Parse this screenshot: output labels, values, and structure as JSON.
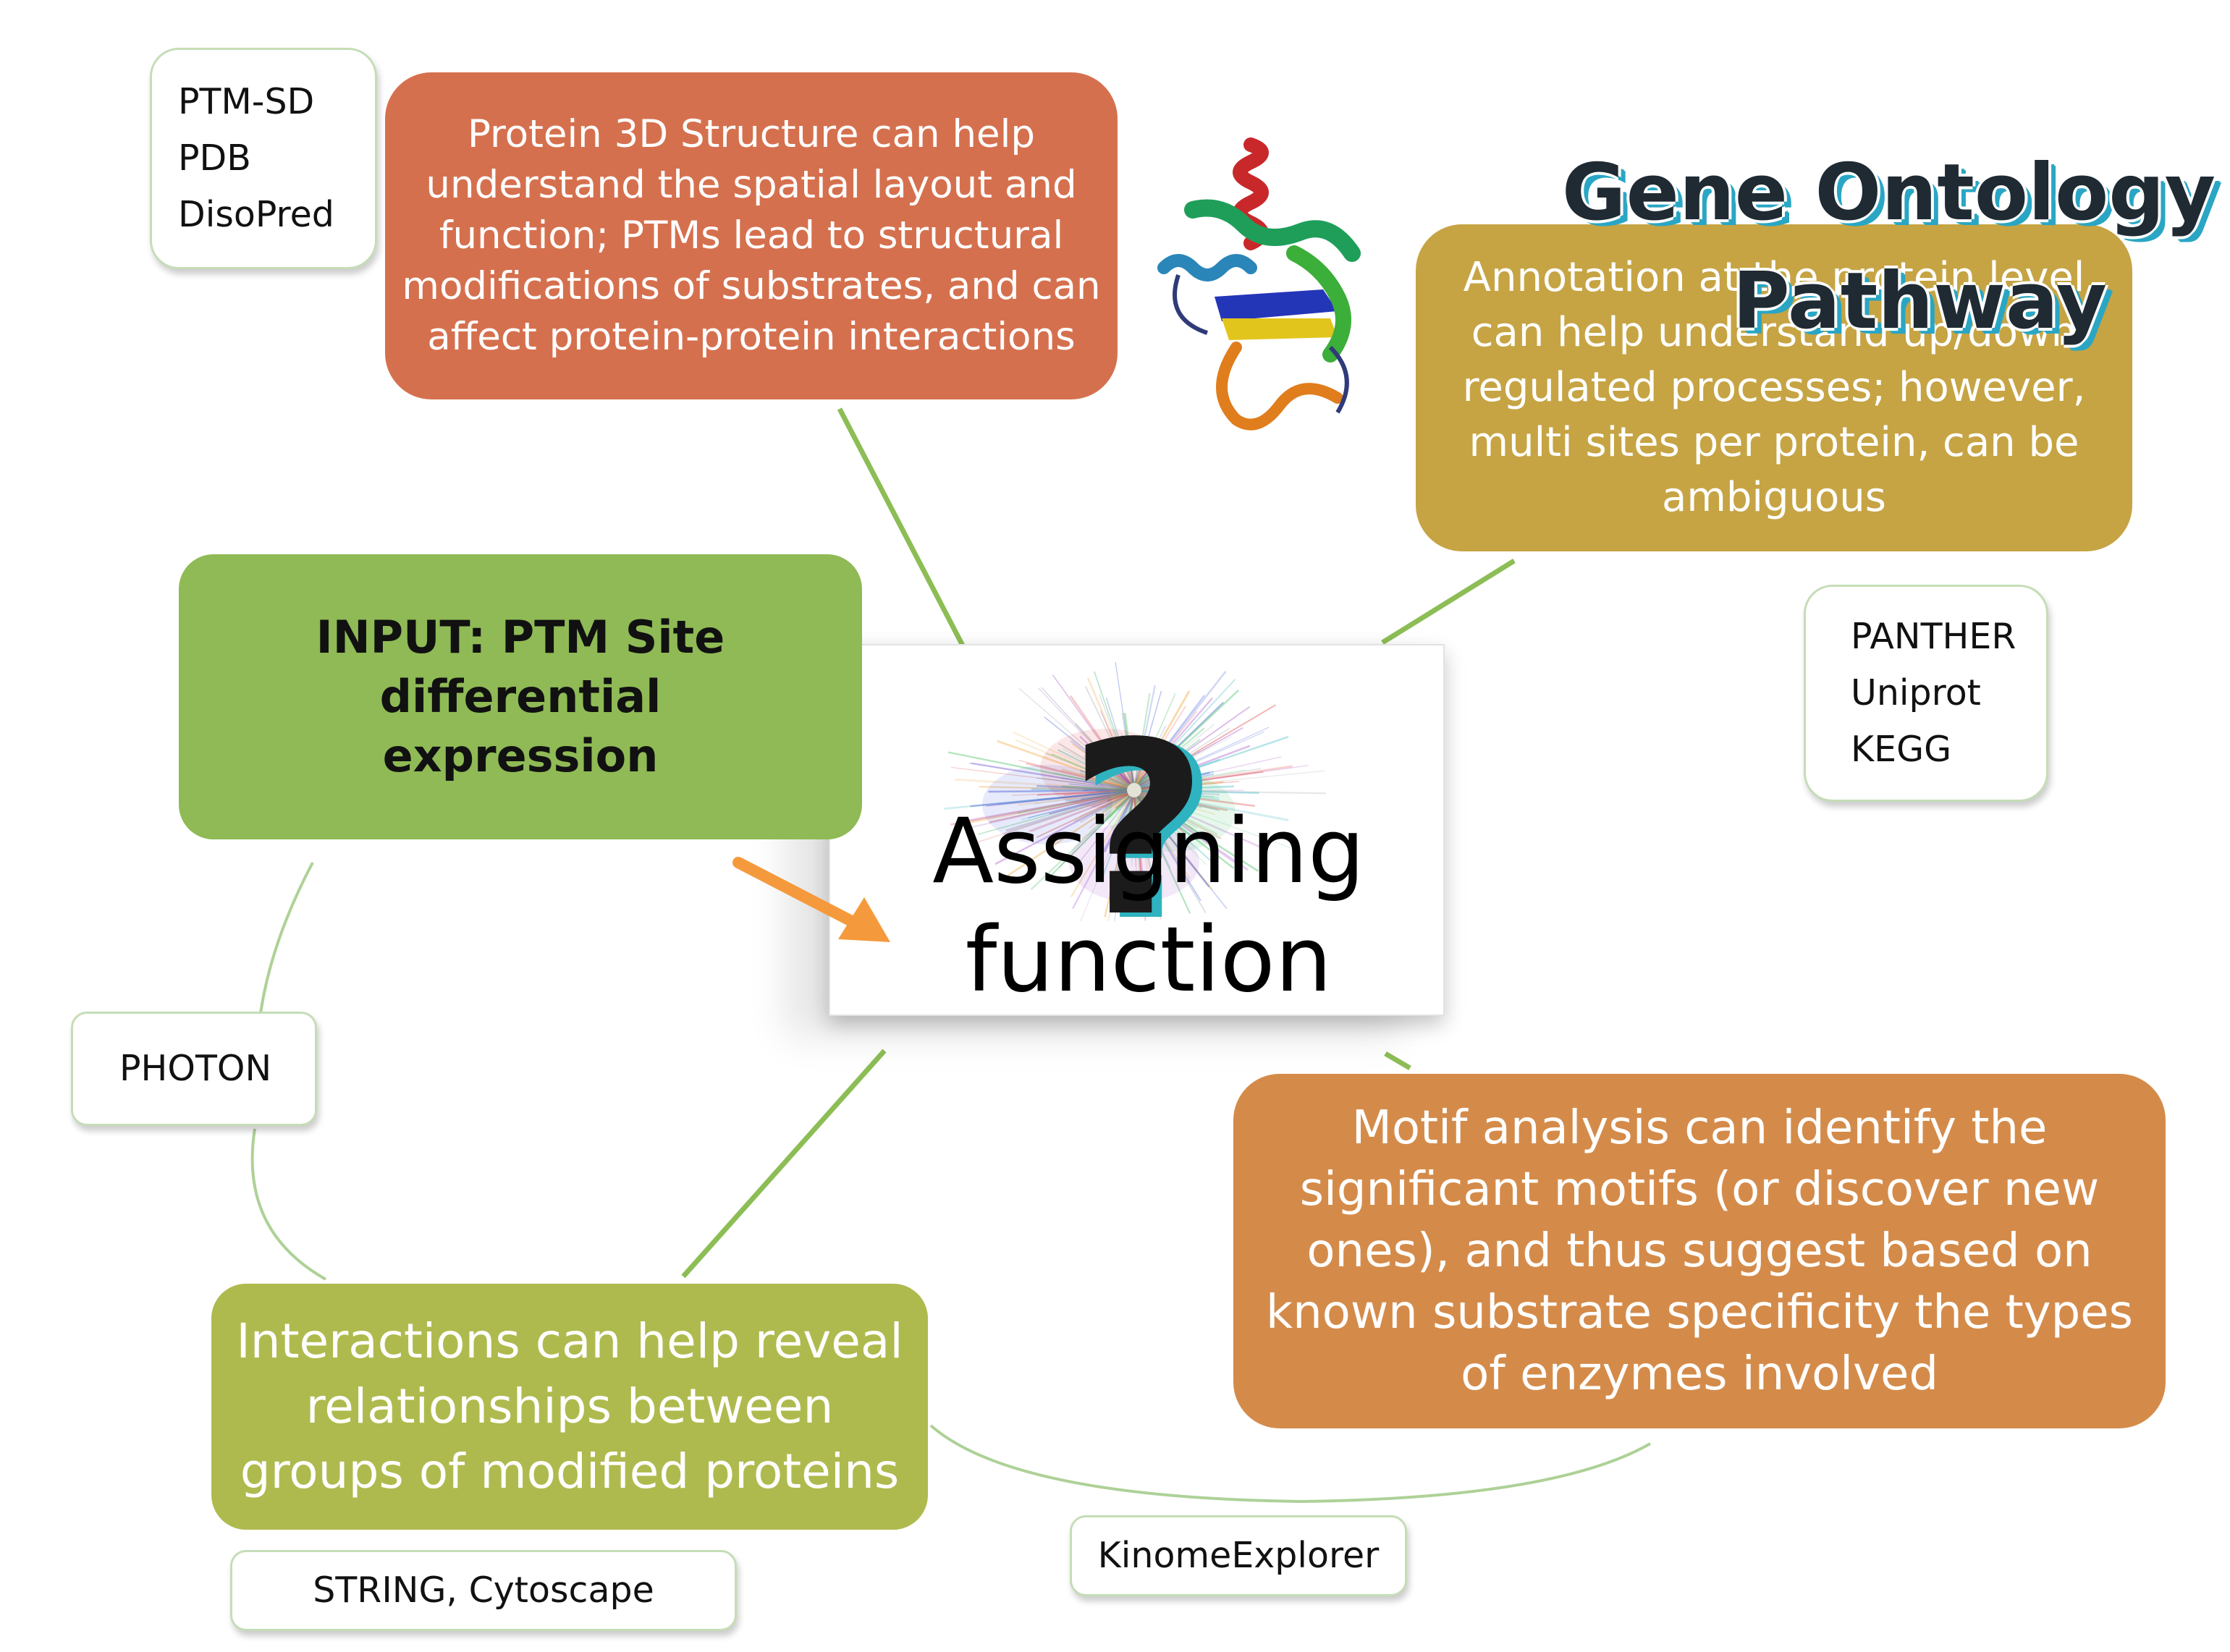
{
  "title": {
    "line1": "Gene Ontology",
    "line2": "Pathway"
  },
  "center": {
    "label": "Assigning\nfunction",
    "icon": "question-mark-icon"
  },
  "nodes": {
    "structure": "Protein 3D Structure can help\nunderstand the spatial layout and\nfunction; PTMs lead to structural\nmodifications of substrates, and can\naffect protein-protein interactions",
    "annotation": "Annotation at the protein level\ncan help understand up/down\nregulated processes; however,\nmulti sites per protein, can be\nambiguous",
    "input": "INPUT: PTM Site differential\nexpression",
    "motif": "Motif analysis can identify the\nsignificant motifs (or discover new\nones), and thus suggest based on\nknown substrate specificity the types\nof enzymes involved",
    "interactions": "Interactions can help reveal\nrelationships between\ngroups of modified proteins"
  },
  "tools": {
    "structure": "PTM-SD\nPDB\nDisoPred",
    "annotation": "PANTHER\nUniprot\nKEGG",
    "photon": "PHOTON",
    "interactions": "STRING, Cytoscape",
    "motif": "KinomeExplorer"
  },
  "colors": {
    "structure_box": "#d5704e",
    "annotation_box": "#c6a444",
    "input_box": "#8fba55",
    "motif_box": "#d48b4a",
    "interactions_box": "#afba4e",
    "connector_line": "#8dbd55",
    "arrow": "#f59a3c",
    "title_shadow": "#2aa6c4"
  }
}
